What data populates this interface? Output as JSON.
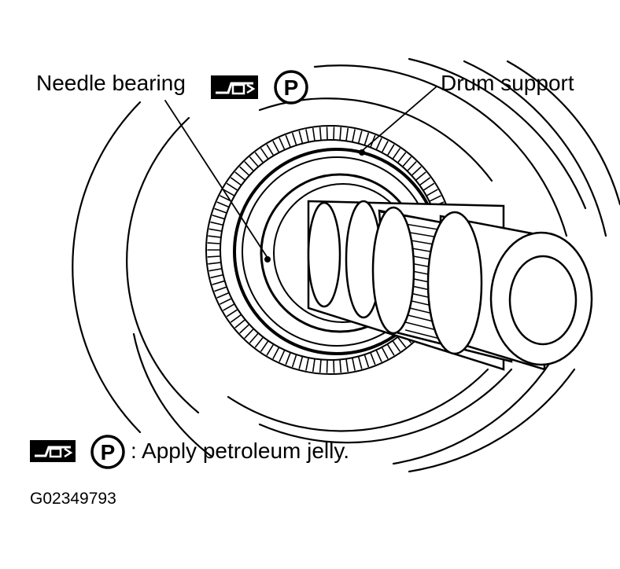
{
  "labels": {
    "needle_bearing": "Needle bearing",
    "drum_support": "Drum support",
    "legend": ": Apply petroleum jelly.",
    "figure_id": "G02349793"
  },
  "symbols": {
    "grease_symbol": "grease-applicator-icon",
    "petroleum_symbol": "P",
    "petroleum_symbol_icon": "circled-p-icon"
  },
  "colors": {
    "ink": "#000000",
    "paper": "#ffffff"
  }
}
